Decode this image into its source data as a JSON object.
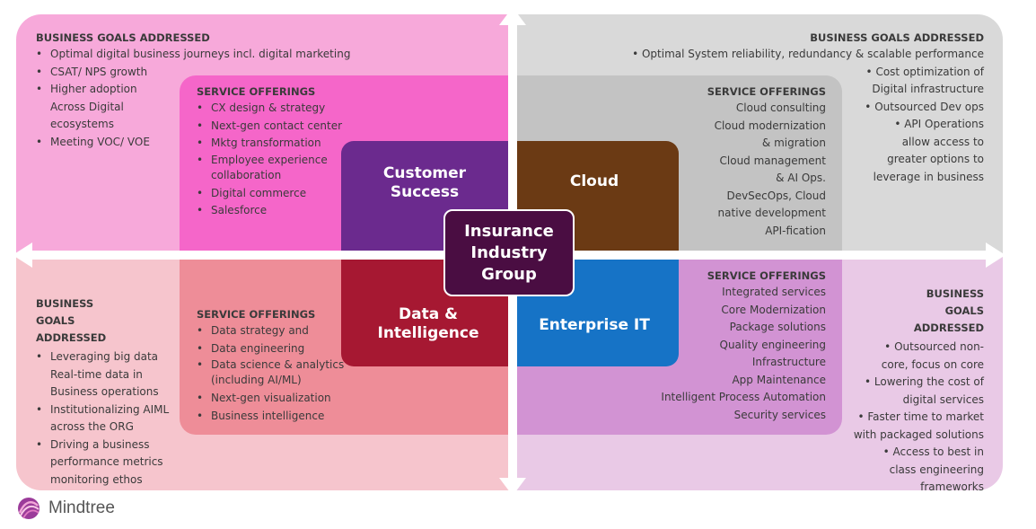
{
  "quadrants": {
    "top_left": {
      "goals_header": "BUSINESS GOALS ADDRESSED",
      "goals": [
        "Optimal digital business journeys incl. digital marketing",
        "CSAT/ NPS growth",
        "Higher adoption Across Digital ecosystems",
        "Meeting VOC/ VOE"
      ],
      "offerings_header": "SERVICE OFFERINGS",
      "offerings": [
        "CX design & strategy",
        "Next-gen contact center",
        "Mktg transformation",
        "Employee experience collaboration",
        "Digital commerce",
        "Salesforce"
      ],
      "core_label": "Customer Success"
    },
    "top_right": {
      "goals_header": "BUSINESS GOALS ADDRESSED",
      "goals": [
        "Optimal System reliability, redundancy & scalable performance",
        "Cost optimization of Digital infrastructure",
        "Outsourced Dev ops",
        "API Operations allow access to greater options to leverage in business"
      ],
      "offerings_header": "SERVICE OFFERINGS",
      "offerings": [
        "Cloud consulting",
        "Cloud modernization & migration",
        "Cloud management & AI Ops.",
        "DevSecOps, Cloud native development",
        "API-fication"
      ],
      "core_label": "Cloud"
    },
    "bottom_left": {
      "goals_header": "BUSINESS GOALS ADDRESSED",
      "goals": [
        "Leveraging big data Real-time data in Business operations",
        "Institutionalizing AIML across the ORG",
        "Driving a business performance metrics monitoring ethos"
      ],
      "offerings_header": "SERVICE OFFERINGS",
      "offerings": [
        "Data strategy and",
        "Data engineering",
        "Data science & analytics (including AI/ML)",
        "Next-gen visualization",
        "Business intelligence"
      ],
      "core_label": "Data & Intelligence"
    },
    "bottom_right": {
      "goals_header": "BUSINESS GOALS ADDRESSED",
      "goals": [
        "Outsourced non-core, focus on core",
        "Lowering the cost of digital services",
        "Faster time to market with packaged solutions",
        "Access to best in class engineering frameworks"
      ],
      "offerings_header": "SERVICE OFFERINGS",
      "offerings": [
        "Integrated services",
        "Core Modernization",
        "Package solutions",
        "Quality engineering",
        "Infrastructure",
        "App Maintenance",
        "Intelligent Process Automation",
        "Security services"
      ],
      "core_label": "Enterprise IT"
    }
  },
  "center_label": "Insurance Industry Group",
  "brand": {
    "name": "Mindtree",
    "logo_icon": "mindtree-logo-icon"
  },
  "colors": {
    "tl_outer": "#f7a9da",
    "tl_mid": "#f566c9",
    "tl_core": "#6b2a8e",
    "tr_outer": "#d9d9d9",
    "tr_mid": "#c3c3c3",
    "tr_core": "#6b3a14",
    "bl_outer": "#f6c5cd",
    "bl_mid": "#ee8d98",
    "bl_core": "#a61832",
    "br_outer": "#e9c9e6",
    "br_mid": "#d293d3",
    "br_core": "#1673c6",
    "center": "#4a0d42"
  }
}
